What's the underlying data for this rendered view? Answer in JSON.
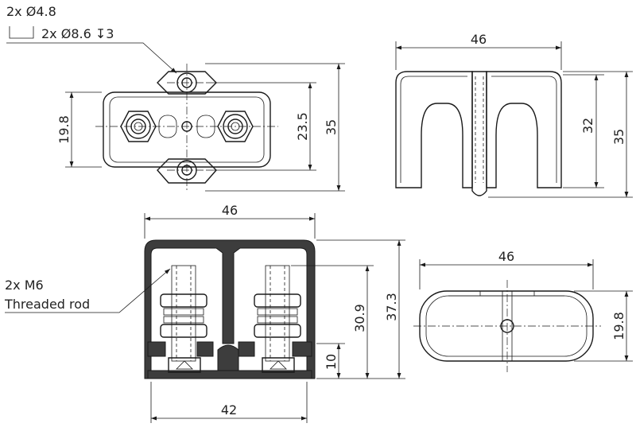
{
  "top_view": {
    "hole_note_line1": "2x Ø4.8",
    "hole_note_line2": "2x Ø8.6 ↧3",
    "dim_width": "19.8",
    "dim_hole_spacing": "23.5",
    "dim_length": "35"
  },
  "front_view": {
    "dim_width": "46",
    "dim_height_inner": "32",
    "dim_height_total": "35"
  },
  "section_view": {
    "dim_width_top": "46",
    "dim_width_bottom": "42",
    "dim_rod_height": "30.9",
    "dim_total_height": "37.3",
    "dim_base": "10",
    "rod_note_line1": "2x M6",
    "rod_note_line2": "Threaded rod"
  },
  "bottom_view": {
    "dim_width": "46",
    "dim_depth": "19.8"
  }
}
